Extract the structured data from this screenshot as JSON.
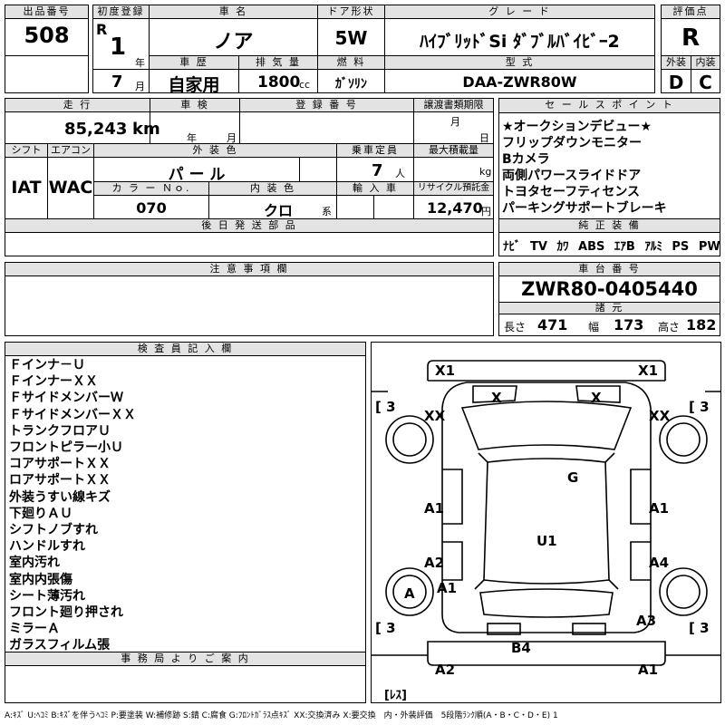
{
  "lot": {
    "label": "出品番号",
    "value": "508"
  },
  "first_reg": {
    "label": "初度登録",
    "era": "R",
    "year": "1",
    "year_unit": "年",
    "month": "7",
    "month_unit": "月"
  },
  "car_name": {
    "label": "車 名",
    "value": "ノア"
  },
  "door": {
    "label": "ドア形状",
    "value": "5W"
  },
  "grade": {
    "label": "グ レ ー ド",
    "value": "ﾊｲﾌﾞﾘｯﾄﾞSi ﾀﾞﾌﾞﾙﾊﾞｲﾋﾞｰ2"
  },
  "score": {
    "label": "評価点",
    "value": "R"
  },
  "history": {
    "label": "車 歴",
    "value": "自家用"
  },
  "displacement": {
    "label": "排 気 量",
    "value": "1800",
    "unit": "cc"
  },
  "fuel": {
    "label": "燃 料",
    "value": "ｶﾞｿﾘﾝ"
  },
  "model_code": {
    "label": "型 式",
    "value": "DAA-ZWR80W"
  },
  "exterior_score": {
    "label": "外装",
    "value": "D"
  },
  "interior_score": {
    "label": "内装",
    "value": "C"
  },
  "mileage": {
    "label": "走 行",
    "value": "85,243",
    "unit": "km"
  },
  "inspection": {
    "label": "車 検",
    "year_unit": "年",
    "month_unit": "月"
  },
  "reg_number": {
    "label": "登 録 番 号"
  },
  "transfer": {
    "label": "譲渡書類期限",
    "month_unit": "月",
    "day_unit": "日"
  },
  "shift": {
    "label": "シフト",
    "value": "IAT"
  },
  "aircon": {
    "label": "エアコン",
    "value": "WAC"
  },
  "ext_color": {
    "label": "外 装 色",
    "value": "パ ー ル"
  },
  "capacity": {
    "label": "乗車定員",
    "value": "7",
    "unit": "人"
  },
  "max_load": {
    "label": "最大積載量",
    "unit": "kg"
  },
  "color_no": {
    "label": "カ ラ ー Ｎｏ.",
    "value": "070"
  },
  "int_color": {
    "label": "内 装 色",
    "value": "クロ",
    "unit": "系"
  },
  "import": {
    "label": "輸 入 車"
  },
  "recycle": {
    "label": "リサイクル預託金",
    "value": "12,470",
    "unit": "円"
  },
  "later_parts": {
    "label": "後 日 発 送 部 品"
  },
  "sales_point": {
    "label": "セ ー ル ス ポ イ ン ト",
    "items": [
      "★オークションデビュー★",
      "フリップダウンモニター",
      "Bカメラ",
      "両側パワースライドドア",
      "トヨタセーフティセンス",
      "パーキングサポートブレーキ"
    ]
  },
  "equipment": {
    "label": "純 正 装 備",
    "items": [
      "ﾅﾋﾞ",
      "TV",
      "ｶﾜ",
      "ABS",
      "ｴｱB",
      "ｱﾙﾐ",
      "PS",
      "PW"
    ]
  },
  "notes": {
    "label": "注 意 事 項 欄"
  },
  "chassis": {
    "label": "車 台 番 号",
    "value": "ZWR80-0405440"
  },
  "dims": {
    "label": "諸 元",
    "length_label": "長さ",
    "length": "471",
    "width_label": "幅",
    "width": "173",
    "height_label": "高さ",
    "height": "182"
  },
  "inspector": {
    "label": "検 査 員 記 入 欄",
    "lines": [
      "Ｆインナ－Ｕ",
      "ＦインナーＸＸ",
      "ＦサイドメンバーＷ",
      "ＦサイドメンバーＸＸ",
      "トランクフロアＵ",
      "フロントピラー小Ｕ",
      "コアサポートＸＸ",
      "ロアサポートＸＸ",
      "外装うすい線キズ",
      "下廻りＡＵ",
      "シフトノブすれ",
      "ハンドルすれ",
      "室内汚れ",
      "室内内張傷",
      "シート薄汚れ",
      "フロント廻り押され",
      "ミラーＡ",
      "ガラスフィルム張"
    ]
  },
  "office": {
    "label": "事 務 局 よ り ご 案 内"
  },
  "legend": "A:ｷｽﾞ U:ﾍｺﾐ B:ｷｽﾞを伴うﾍｺﾐ P:要塗装 W:補修跡 S:錆 C:腐食 G:ﾌﾛﾝﾄｶﾞﾗｽ点ｷｽﾞ XX:交換済み X:要交換　内・外装評価　5段階ﾗﾝｸ順(A・B・C・D・E) 1",
  "diagram": {
    "marks": [
      "X1",
      "X1",
      "X",
      "X",
      "XX",
      "XX",
      "[ 3",
      "[ 3",
      "G",
      "A1",
      "A1",
      "U1",
      "A2",
      "A4",
      "A",
      "A1",
      "[ 3",
      "[ 3",
      "A3",
      "B4",
      "A2",
      "A1",
      "[ﾚｽ]"
    ]
  }
}
